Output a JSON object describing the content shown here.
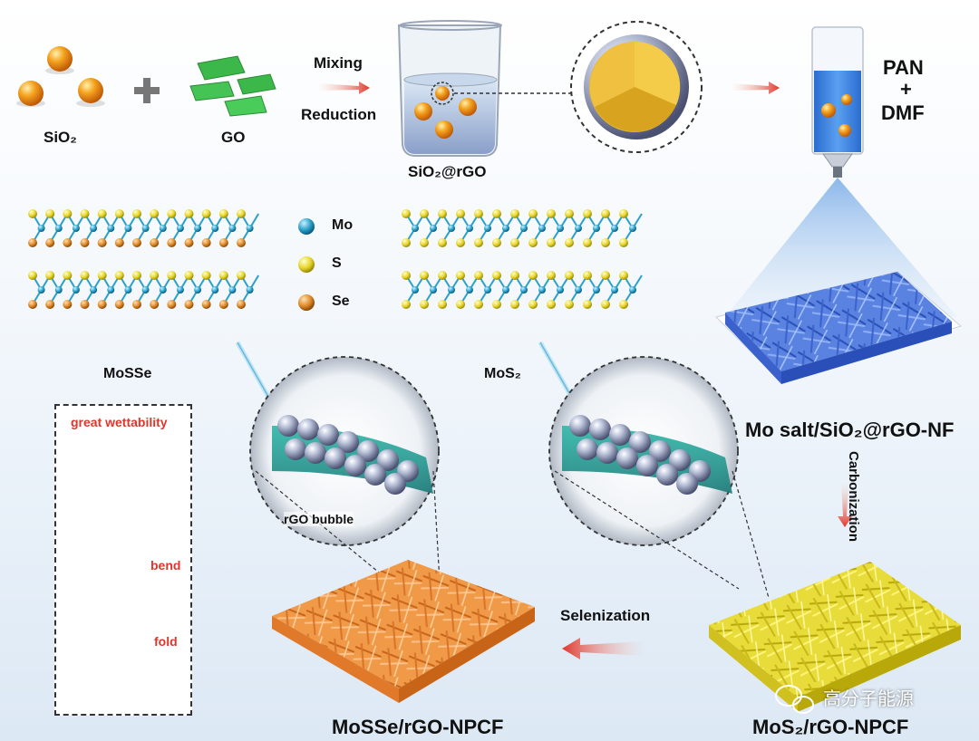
{
  "labels": {
    "sio2": "SiO₂",
    "go": "GO",
    "mixing": "Mixing",
    "reduction": "Reduction",
    "sio2_rgo": "SiO₂@rGO",
    "pan": "PAN",
    "plus": "+",
    "dmf": "DMF",
    "mo": "Mo",
    "s": "S",
    "se": "Se",
    "mosse": "MoSSe",
    "mos2": "MoS₂",
    "mo_salt_nf": "Mo salt/SiO₂@rGO-NF",
    "carbonization": "Carbonization",
    "rgo_bubble": "rGO bubble",
    "selenization": "Selenization",
    "mosse_npcf": "MoSSe/rGO-NPCF",
    "mos2_npcf": "MoS₂/rGO-NPCF",
    "great_wettability": "great wettability",
    "bend": "bend",
    "fold": "fold",
    "watermark": "高分子能源"
  },
  "colors": {
    "mo": "#2aa0c8",
    "s": "#e8d62a",
    "se": "#e08a2a",
    "sio2": "#f0a020",
    "go": "#3cb84a",
    "accent_red": "#e0352b",
    "pan_fiber": "#3f6fd8",
    "mos2_fiber": "#e6d52a",
    "mosse_fiber": "#f08a30"
  },
  "icons": [
    "plus-icon",
    "arrow-right-icon",
    "arrow-down-icon",
    "arrow-left-icon",
    "wechat-icon"
  ]
}
